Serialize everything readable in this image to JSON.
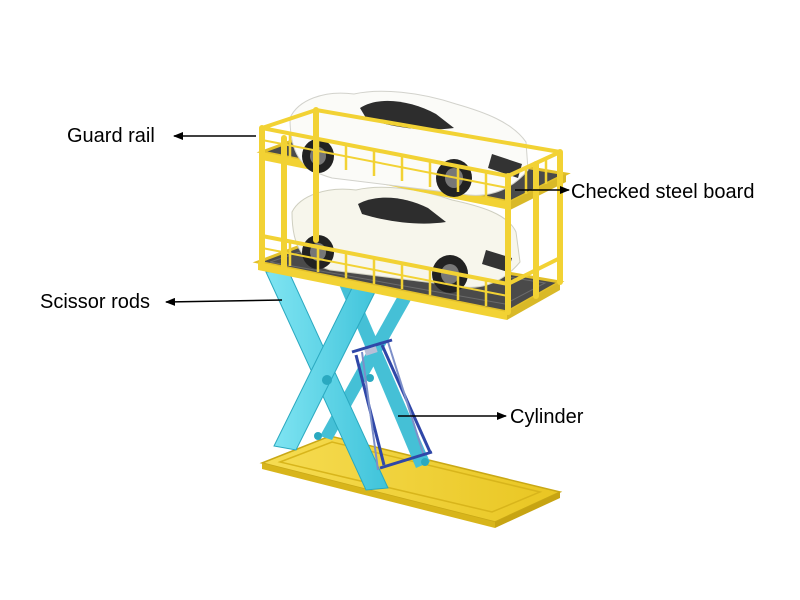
{
  "labels": {
    "guard_rail": "Guard rail",
    "checked_steel_board": "Checked steel board",
    "scissor_rods": "Scissor rods",
    "cylinder": "Cylinder"
  },
  "colors": {
    "frame_yellow": "#f2d234",
    "scissor_cyan": "#53d3e8",
    "cylinder_blue": "#2f47a8",
    "deck_dark": "#4a4a4a",
    "car_white": "#f7f7f4",
    "callout_line": "#000000"
  }
}
